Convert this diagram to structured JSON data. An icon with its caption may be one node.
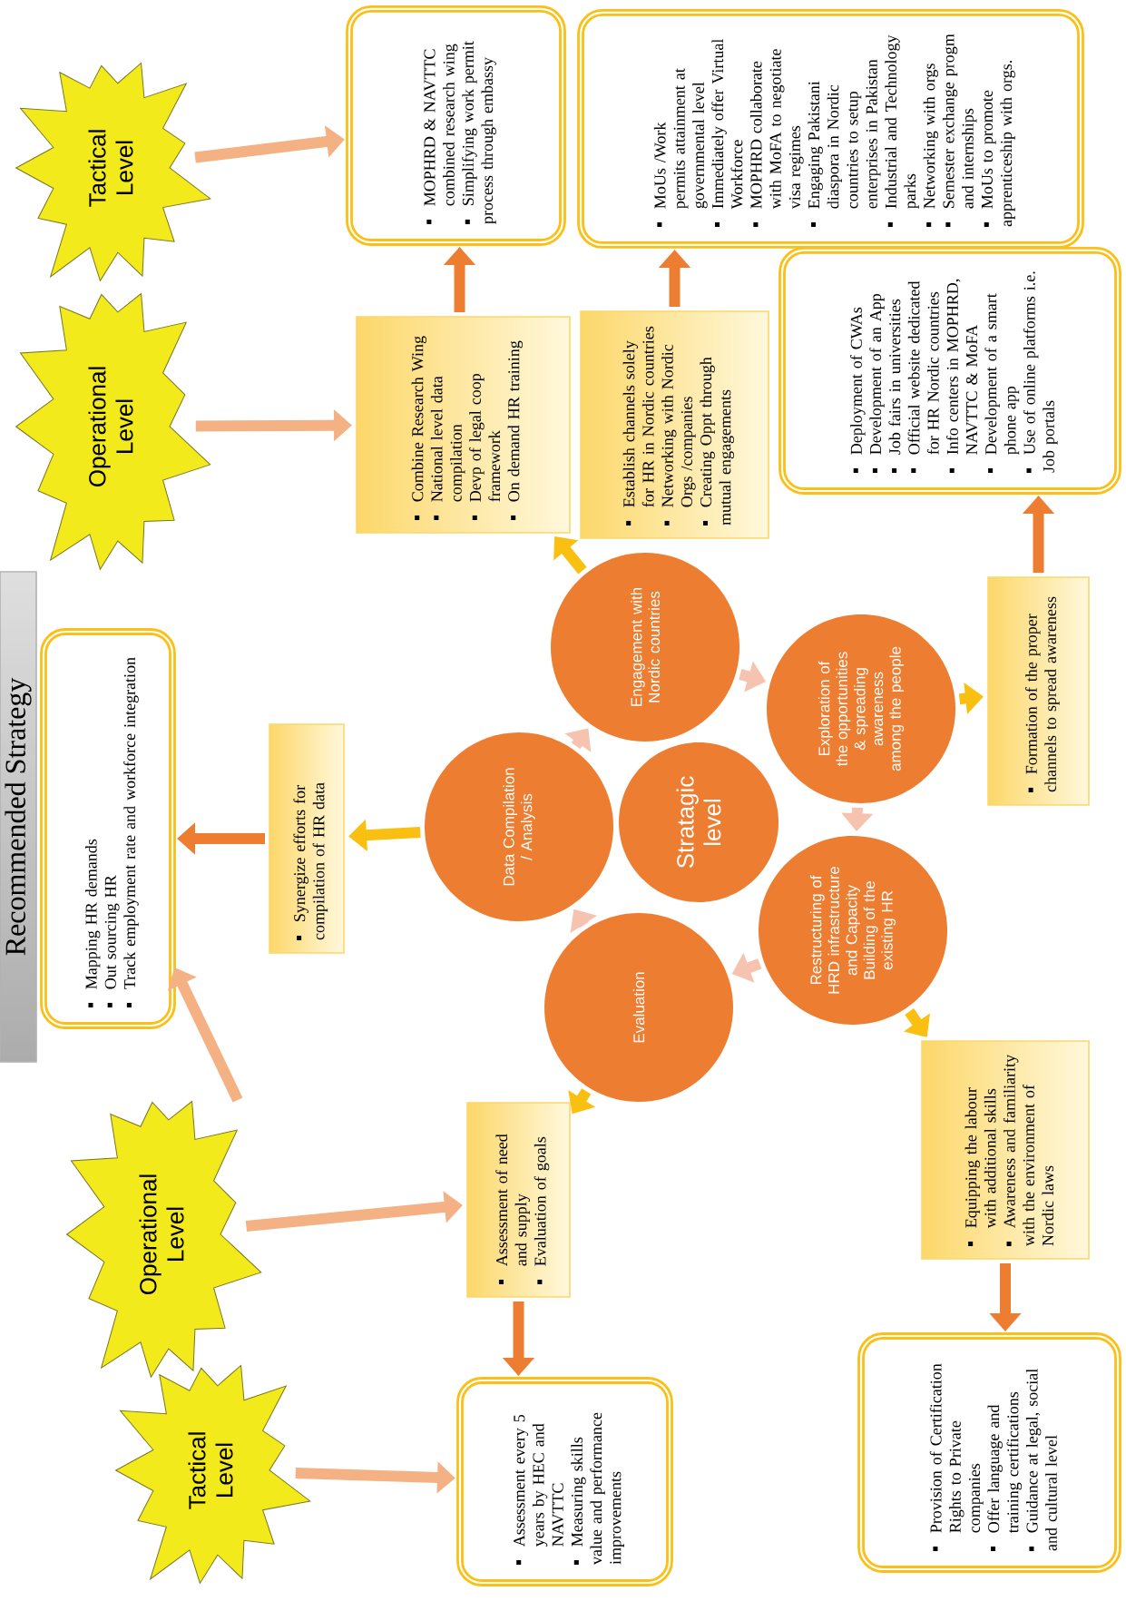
{
  "diagram": {
    "title": "Recommended Strategy",
    "nodes": [
      {
        "text": [
          "Tactical Level"
        ]
      },
      {
        "text": [
          "Operational Level"
        ]
      },
      {
        "text": [
          "MOPHRD & NAVTTC combined research wing",
          "Simplifying work permit process through embassy"
        ]
      },
      {
        "text": [
          "MoUs /Work permits attainment at governmental level",
          "Immediately offer Virtual Workforce",
          "MOPHRD collaborate with MoFA to negotiate visa regimes",
          "Engaging Pakistani diaspora in Nordic countries to setup enterprises in Pakistan",
          "Industrial and Technology parks",
          "Networking with orgs",
          "Semester exchange progm and internships",
          "MoUs to promote apprenticeship with orgs."
        ]
      },
      {
        "text": [
          "Combine Research Wing",
          "National level data compilation",
          "Devp of legal coop framework",
          "On demand HR training"
        ]
      },
      {
        "text": [
          "Establish channels solely for HR in Nordic countries",
          "Networking with Nordic Orgs /companies",
          "Creating Oppt through mutual engagements"
        ]
      },
      {
        "text": [
          "Deployment of CWAs",
          "Development of an App",
          "Job fairs in universities",
          "Official website dedicated for HR Nordic countries",
          "Info centers in MOPHRD, NAVTTC & MoFA",
          "Development of a smart phone app",
          "Use of online platforms i.e. Job portals"
        ]
      },
      {
        "text": [
          "Mapping HR demands",
          "Out sourcing HR",
          "Track employment rate and workforce integration"
        ]
      },
      {
        "text": [
          "Synergize efforts for compilation of HR data"
        ]
      },
      {
        "text": [
          "Engagement with Nordic countries"
        ]
      },
      {
        "text": [
          "Data Compilation / Analysis"
        ]
      },
      {
        "text": [
          "Stratagic level"
        ]
      },
      {
        "text": [
          "Exploration of the opportunities & spreading awareness among the people"
        ]
      },
      {
        "text": [
          "Evaluation"
        ]
      },
      {
        "text": [
          "Restructuring of HRD infrastructure and Capacity Building of the existing HR"
        ]
      },
      {
        "text": [
          "Formation of the proper channels to spread awareness"
        ]
      },
      {
        "text": [
          "Operational Level"
        ]
      },
      {
        "text": [
          "Tactical Level"
        ]
      },
      {
        "text": [
          "Assessment of need and supply",
          "Evaluation of goals"
        ]
      },
      {
        "text": [
          "Equipping the labour with additional skills",
          "Awareness and familiarity with the environment of Nordic laws"
        ]
      },
      {
        "text": [
          "Assessment every 5 years by HEC and NAVTTC",
          "Measuring skills value and performance improvements"
        ]
      },
      {
        "text": [
          "Provision of Certification Rights to Private companies",
          "Offer language and training certifications",
          "Guidance at legal, social and cultural level"
        ]
      }
    ],
    "edges": [
      {
        "from": 0,
        "to": 2,
        "arrow": "to",
        "color": "#f4b183"
      },
      {
        "from": 1,
        "to": 4,
        "arrow": "to",
        "color": "#f4b183"
      },
      {
        "from": 16,
        "to": 18,
        "arrow": "to",
        "color": "#f4b183"
      },
      {
        "from": 17,
        "to": 20,
        "arrow": "to",
        "color": "#f4b183"
      },
      {
        "from": null,
        "to": 7,
        "arrow": "to",
        "color": "#f4b183"
      },
      {
        "from": 4,
        "to": 2,
        "arrow": "to"
      },
      {
        "from": 5,
        "to": 3,
        "arrow": "to"
      },
      {
        "from": 8,
        "to": 7,
        "arrow": "to"
      },
      {
        "from": 15,
        "to": 6,
        "arrow": "to"
      },
      {
        "from": 18,
        "to": 20,
        "arrow": "to"
      },
      {
        "from": 19,
        "to": 21,
        "arrow": "to"
      },
      {
        "from": 9,
        "to": 4,
        "arrow": "to",
        "color": "#f9c012"
      },
      {
        "from": 10,
        "to": 8,
        "arrow": "to",
        "color": "#f9c012"
      },
      {
        "from": 13,
        "to": 18,
        "arrow": "to",
        "color": "#f9c012"
      },
      {
        "from": 12,
        "to": 15,
        "arrow": "to",
        "color": "#f9c012"
      },
      {
        "from": 14,
        "to": 19,
        "arrow": "to",
        "color": "#f9c012"
      },
      {
        "from": 9,
        "to": 12,
        "arrow": "to",
        "color": "#f6c3b0"
      },
      {
        "from": 12,
        "to": 14,
        "arrow": "to",
        "color": "#f6c3b0"
      },
      {
        "from": 14,
        "to": 13,
        "arrow": "to",
        "color": "#f6c3b0"
      },
      {
        "from": 13,
        "to": 10,
        "arrow": "to",
        "color": "#f6c3b0"
      },
      {
        "from": 10,
        "to": 9,
        "arrow": "to",
        "color": "#f6c3b0"
      }
    ]
  }
}
